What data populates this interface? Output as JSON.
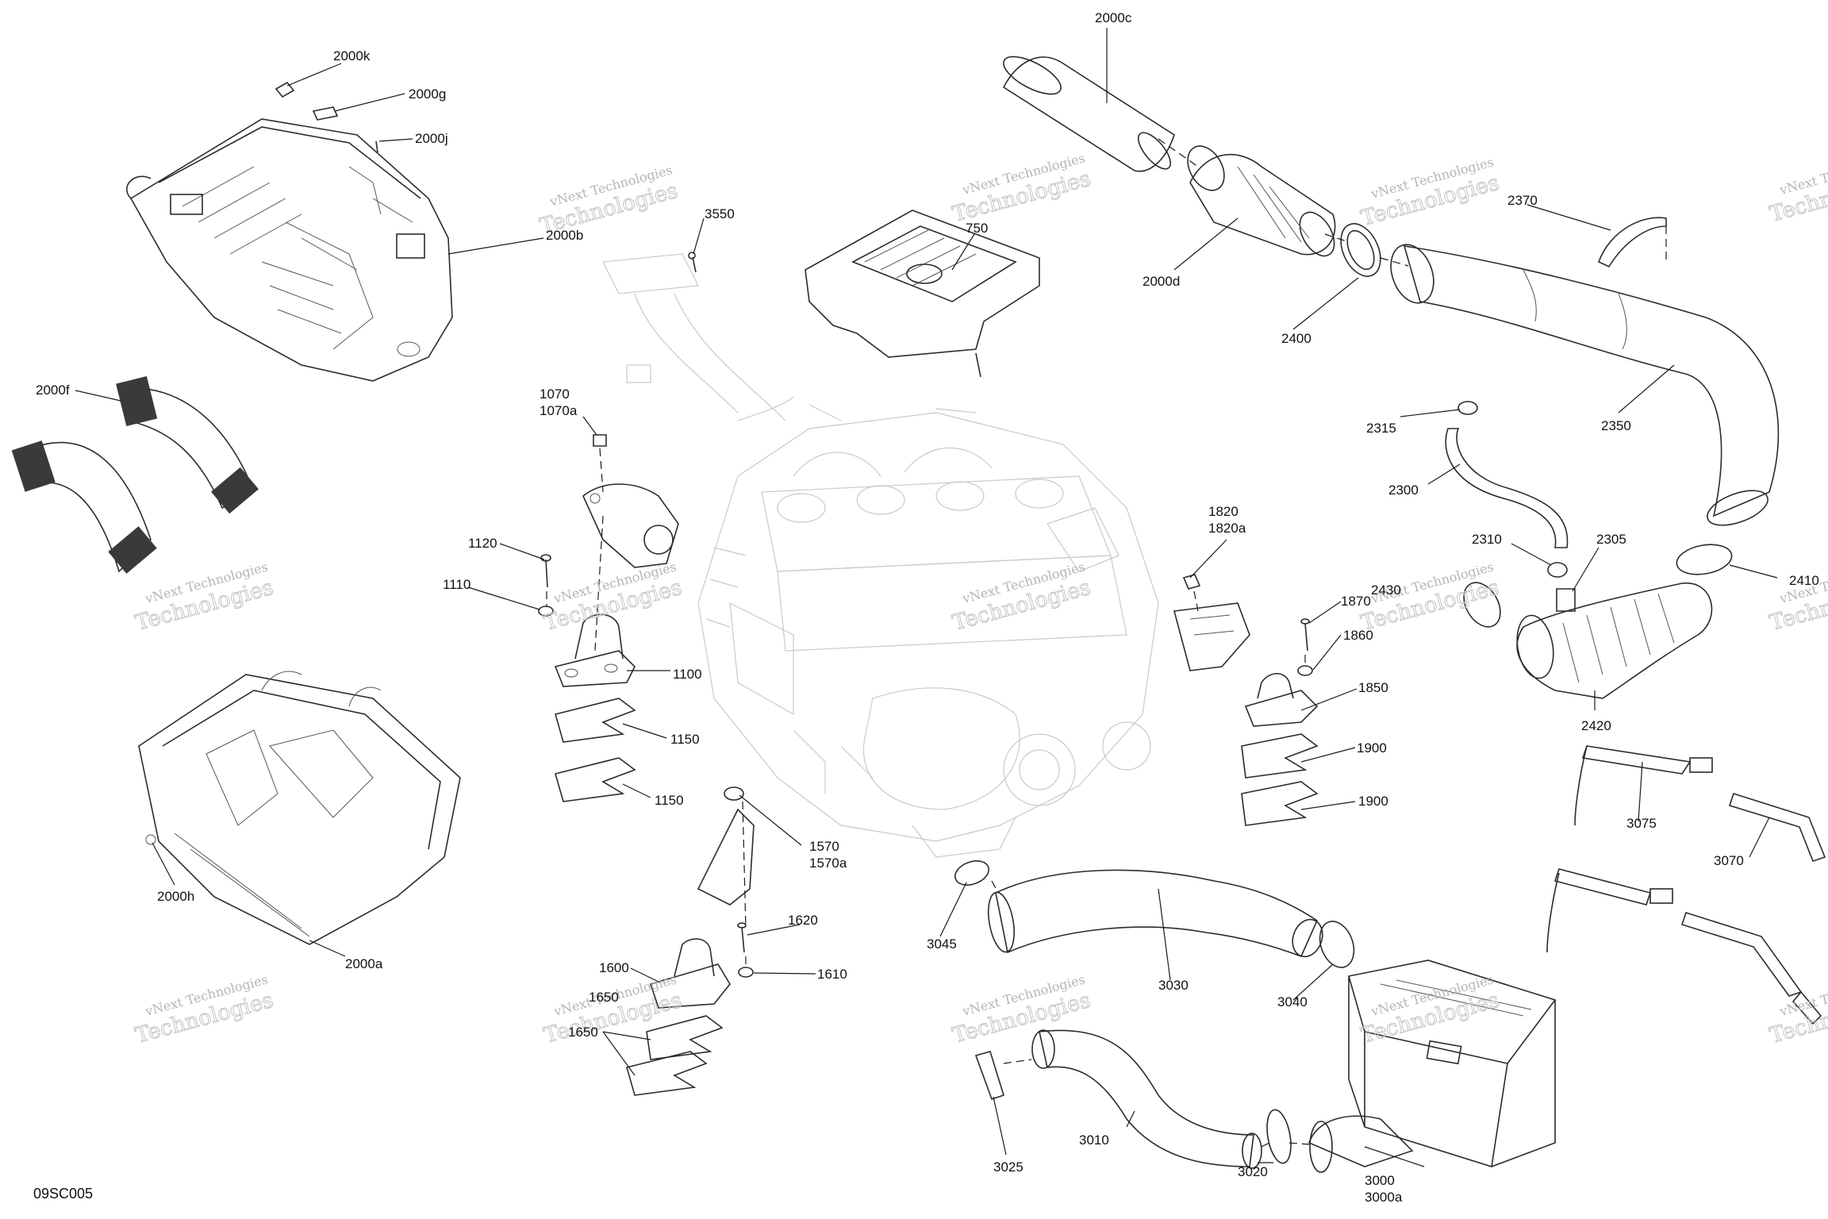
{
  "diagram": {
    "reference_code": "09SC005",
    "watermark": {
      "line1": "vNext Technologies",
      "line2": "Technologies",
      "overlay": "vNext"
    },
    "callouts": {
      "c2000k": "2000k",
      "c2000g": "2000g",
      "c2000j": "2000j",
      "c2000b": "2000b",
      "c2000f": "2000f",
      "c2000h": "2000h",
      "c2000a": "2000a",
      "c2000c": "2000c",
      "c2000d": "2000d",
      "c2400": "2400",
      "c2370": "2370",
      "c2350": "2350",
      "c2315": "2315",
      "c2300": "2300",
      "c2310": "2310",
      "c2305": "2305",
      "c2410": "2410",
      "c2420": "2420",
      "c2430": "2430",
      "c750": "750",
      "c3550": "3550",
      "c1070": "1070",
      "c1070a": "1070a",
      "c1120": "1120",
      "c1110": "1110",
      "c1100": "1100",
      "c1150a": "1150",
      "c1150b": "1150",
      "c1570": "1570",
      "c1570a": "1570a",
      "c1620": "1620",
      "c1610": "1610",
      "c1600": "1600",
      "c1650a": "1650",
      "c1650b": "1650",
      "c1820": "1820",
      "c1820a": "1820a",
      "c1870": "1870",
      "c1860": "1860",
      "c1850": "1850",
      "c1900a": "1900",
      "c1900b": "1900",
      "c3045": "3045",
      "c3030": "3030",
      "c3040": "3040",
      "c3010": "3010",
      "c3025": "3025",
      "c3020": "3020",
      "c3000": "3000",
      "c3000a": "3000a",
      "c3075": "3075",
      "c3070": "3070"
    }
  }
}
